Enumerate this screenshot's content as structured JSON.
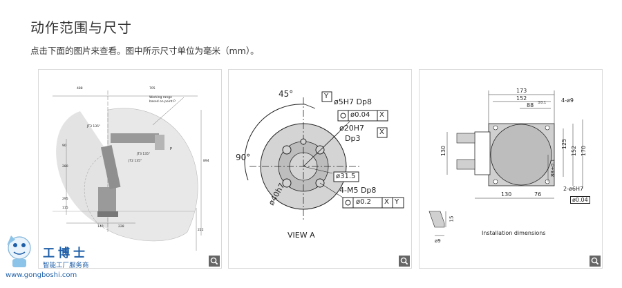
{
  "heading": "动作范围与尺寸",
  "instructions": "点击下面的图片来查看。图中所示尺寸单位为毫米（mm）。",
  "cards": {
    "range": {
      "dims": [
        "488",
        "705",
        "894",
        "222",
        "228",
        "140",
        "115",
        "295",
        "280",
        "90"
      ],
      "note_title": "Working range",
      "note_sub": "based on point P",
      "joints": [
        "JT3 135°",
        "JT3 135°",
        "JT2 135°"
      ],
      "point": "P"
    },
    "flange": {
      "angle_top": "45°",
      "angle_left": "90°",
      "datum_y": "Y",
      "datum_x": "X",
      "hole_5h7": "ø5H7 Dp8",
      "tol_1": "ø0.04",
      "tol_1_ref": "X",
      "bore": "ø20H7",
      "depth": "Dp3",
      "pcd": "ø31.5",
      "pcd_outer": "ø40h7",
      "tap": "4-M5 Dp8",
      "tol_2": "ø0.2",
      "tol_2_ref1": "X",
      "tol_2_ref2": "Y",
      "view_label": "VIEW  A"
    },
    "install": {
      "d_173": "173",
      "d_152": "152",
      "d_88": "88",
      "d_88_tol": "±0.1",
      "holes": "4-ø9",
      "d_130v": "130",
      "d_125": "125",
      "d_152v": "152",
      "d_170": "170",
      "d_88v": "88±0.1",
      "d_130h": "130",
      "d_76": "76",
      "pins": "2-ø6H7",
      "pin_tol": "ø0.04",
      "d_15": "15",
      "d_9": "ø9",
      "caption": "Installation dimensions"
    }
  },
  "zoom_icon": "magnifier-icon",
  "logo": {
    "name": "工博士",
    "tagline": "智能工厂服务商",
    "url": "www.gongboshi.com"
  }
}
